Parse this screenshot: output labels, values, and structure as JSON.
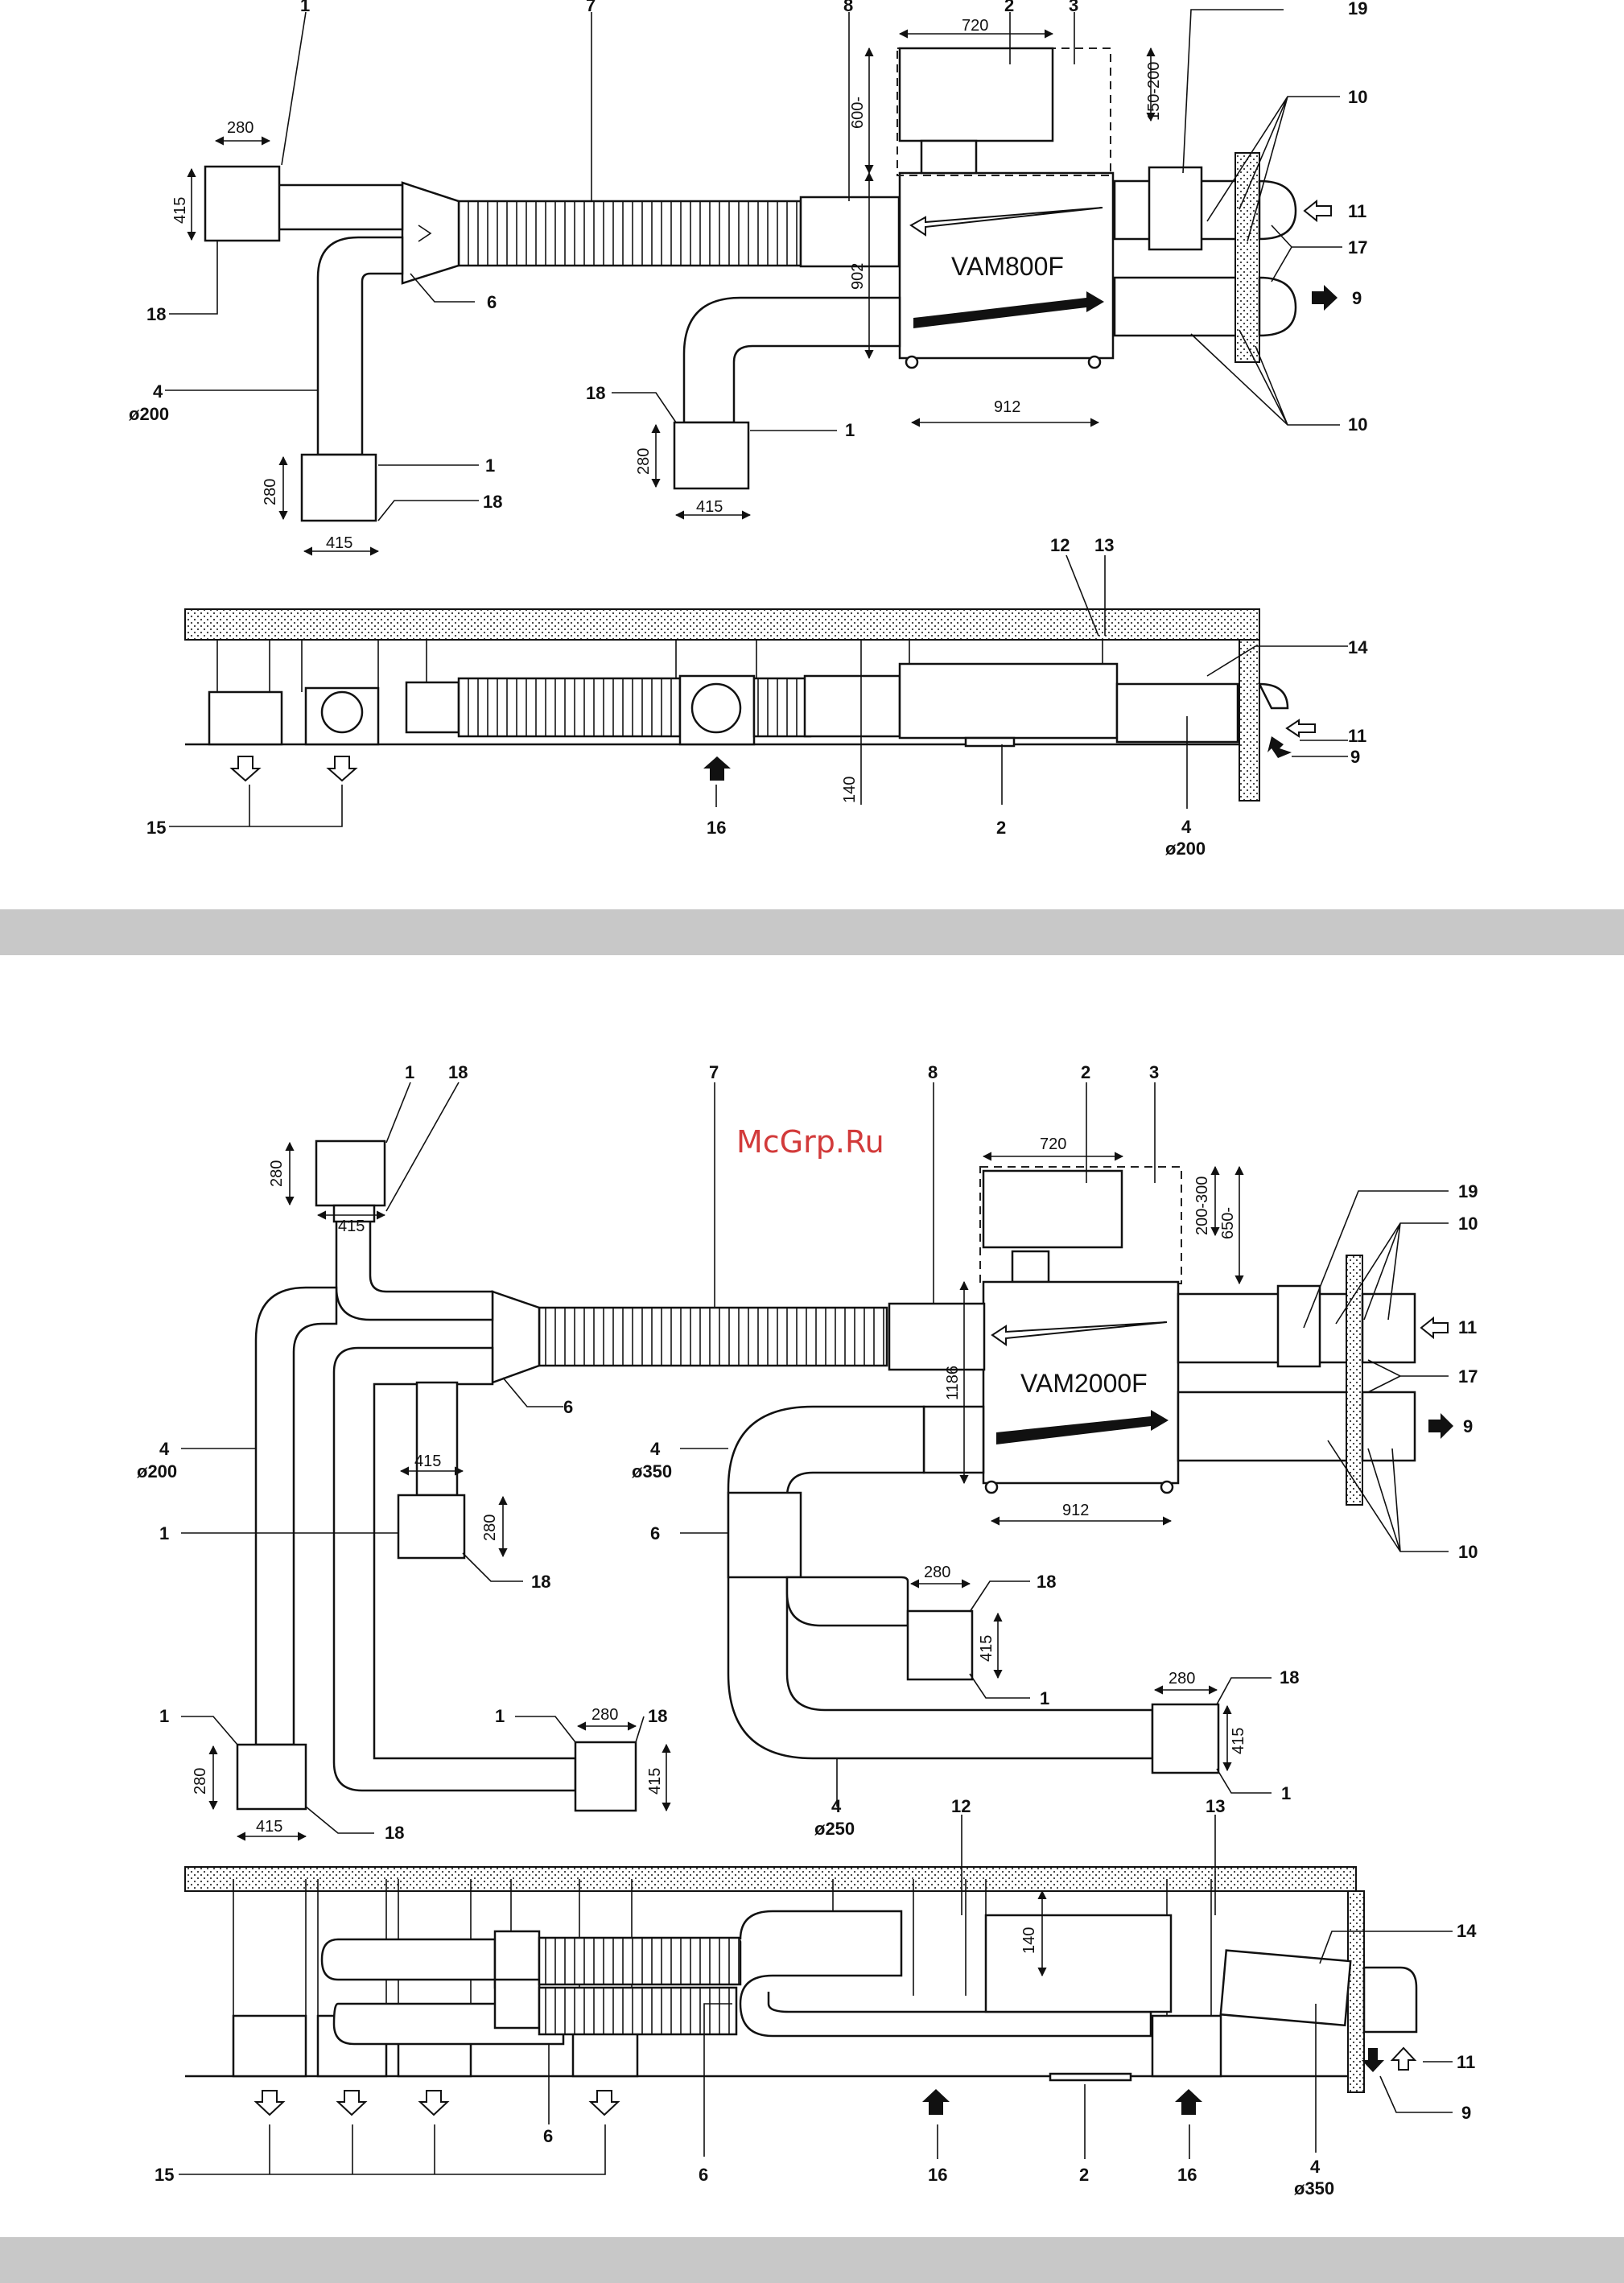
{
  "watermark": "McGrp.Ru",
  "diagram_top": {
    "model": "VAM800F",
    "callouts": {
      "c1": "1",
      "c7": "7",
      "c8": "8",
      "c2": "2",
      "c3": "3",
      "c19": "19",
      "c10a": "10",
      "c11": "11",
      "c17": "17",
      "c9": "9",
      "c10b": "10",
      "c18a": "18",
      "c6": "6",
      "c4": "4",
      "c4d": "ø200",
      "c18b": "18",
      "c1b": "1",
      "c1c": "1",
      "c18c": "18"
    },
    "dims": {
      "d720": "720",
      "d280a": "280",
      "d415a": "415",
      "d150": "150-200",
      "d600": "600-",
      "d902": "902",
      "d912": "912",
      "d280b": "280",
      "d415b": "415",
      "d280c": "280",
      "d415c": "415"
    }
  },
  "section_top": {
    "callouts": {
      "c12": "12",
      "c13": "13",
      "c14": "14",
      "c11": "11",
      "c9": "9",
      "c15": "15",
      "c16": "16",
      "c2": "2",
      "c4": "4",
      "c4d": "ø200"
    },
    "dims": {
      "d140": "140"
    }
  },
  "diagram_bottom": {
    "model": "VAM2000F",
    "callouts": {
      "c1": "1",
      "c18": "18",
      "c7": "7",
      "c8": "8",
      "c2": "2",
      "c3": "3",
      "c19": "19",
      "c10a": "10",
      "c11": "11",
      "c17": "17",
      "c9": "9",
      "c10b": "10",
      "c6": "6",
      "c4a": "4",
      "c4ad": "ø200",
      "c4b": "4",
      "c4bd": "ø350",
      "c6b": "6",
      "c1b": "1",
      "c18b": "18",
      "c18c": "18",
      "c1c": "1",
      "c1d": "1",
      "c18d": "18",
      "c1e": "1",
      "c18e": "18",
      "c18f": "18",
      "c1f": "1",
      "c4c": "4",
      "c4cd": "ø250"
    },
    "dims": {
      "d720": "720",
      "d280a": "280",
      "d415a": "415",
      "d200": "200-300",
      "d650": "650-",
      "d1186": "1186",
      "d912": "912",
      "d415b": "415",
      "d280b": "280",
      "d280c": "280",
      "d415c": "415",
      "d280d": "280",
      "d415d": "415",
      "d280e": "280",
      "d415e": "415",
      "d280f": "280",
      "d415f": "415"
    }
  },
  "section_bottom": {
    "callouts": {
      "c12": "12",
      "c13": "13",
      "c14": "14",
      "c11": "11",
      "c9": "9",
      "c15": "15",
      "c6a": "6",
      "c6b": "6",
      "c16a": "16",
      "c2": "2",
      "c16b": "16",
      "c4": "4",
      "c4d": "ø350"
    },
    "dims": {
      "d140": "140"
    }
  }
}
